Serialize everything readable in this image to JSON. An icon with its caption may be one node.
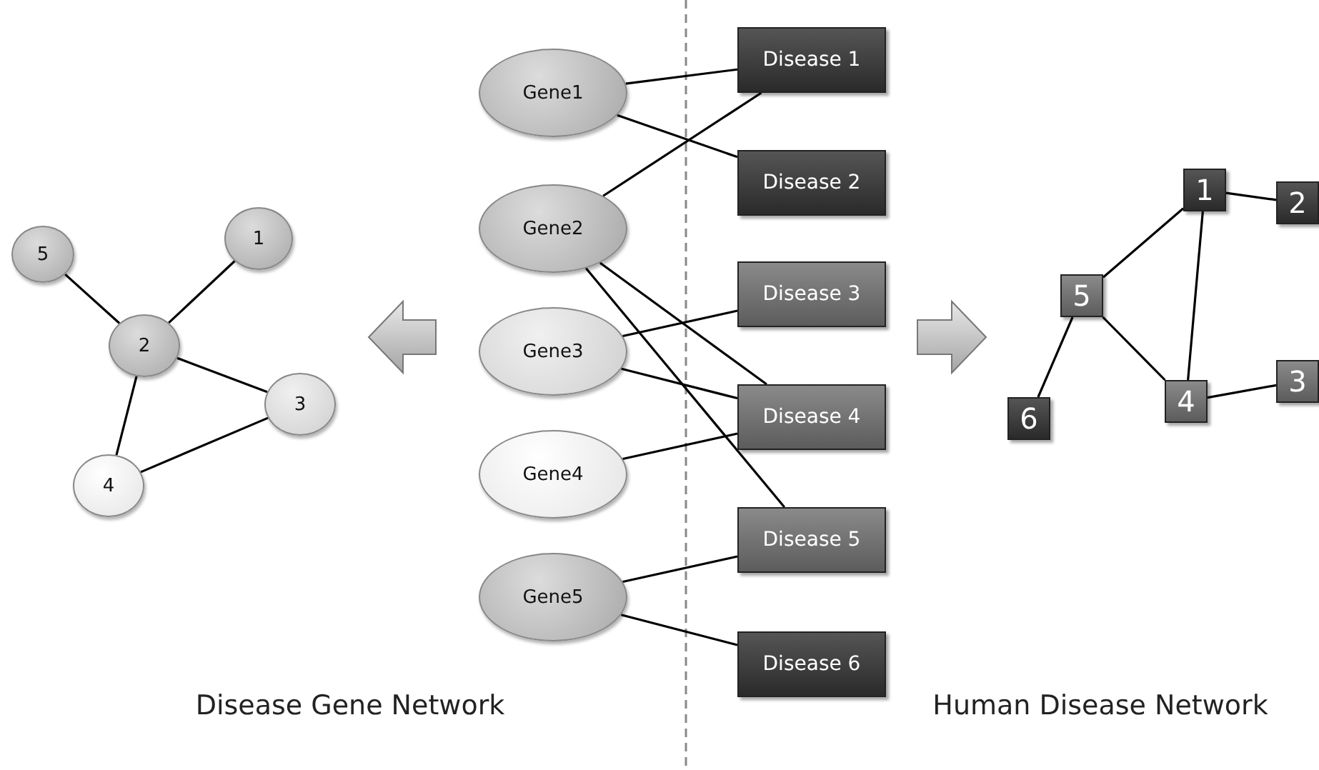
{
  "diagram": {
    "nodes": [
      {
        "text": [
          "5"
        ]
      },
      {
        "text": [
          "1"
        ]
      },
      {
        "text": [
          "2"
        ]
      },
      {
        "text": [
          "3"
        ]
      },
      {
        "text": [
          "4"
        ]
      },
      {
        "text": [
          "Gene1"
        ]
      },
      {
        "text": [
          "Gene2"
        ]
      },
      {
        "text": [
          "Gene3"
        ]
      },
      {
        "text": [
          "Gene4"
        ]
      },
      {
        "text": [
          "Gene5"
        ]
      },
      {
        "text": [
          "Disease 1"
        ]
      },
      {
        "text": [
          "Disease 2"
        ]
      },
      {
        "text": [
          "Disease 3"
        ]
      },
      {
        "text": [
          "Disease 4"
        ]
      },
      {
        "text": [
          "Disease 5"
        ]
      },
      {
        "text": [
          "Disease 6"
        ]
      },
      {
        "text": [
          "1"
        ]
      },
      {
        "text": [
          "2"
        ]
      },
      {
        "text": [
          "5"
        ]
      },
      {
        "text": [
          "3"
        ]
      },
      {
        "text": [
          "4"
        ]
      },
      {
        "text": [
          "6"
        ]
      }
    ],
    "edges": [
      {
        "from": 0,
        "to": 2,
        "arrow": "none"
      },
      {
        "from": 1,
        "to": 2,
        "arrow": "none"
      },
      {
        "from": 2,
        "to": 3,
        "arrow": "none"
      },
      {
        "from": 2,
        "to": 4,
        "arrow": "none"
      },
      {
        "from": 4,
        "to": 3,
        "arrow": "none"
      },
      {
        "from": 5,
        "to": 10,
        "arrow": "none"
      },
      {
        "from": 5,
        "to": 11,
        "arrow": "none"
      },
      {
        "from": 6,
        "to": 10,
        "arrow": "none"
      },
      {
        "from": 6,
        "to": 13,
        "arrow": "none"
      },
      {
        "from": 6,
        "to": 14,
        "arrow": "none"
      },
      {
        "from": 7,
        "to": 12,
        "arrow": "none"
      },
      {
        "from": 7,
        "to": 13,
        "arrow": "none"
      },
      {
        "from": 8,
        "to": 13,
        "arrow": "none"
      },
      {
        "from": 9,
        "to": 14,
        "arrow": "none"
      },
      {
        "from": 9,
        "to": 15,
        "arrow": "none"
      },
      {
        "from": 16,
        "to": 17,
        "arrow": "none"
      },
      {
        "from": 16,
        "to": 18,
        "arrow": "none"
      },
      {
        "from": 16,
        "to": 20,
        "arrow": "none"
      },
      {
        "from": 18,
        "to": 20,
        "arrow": "none"
      },
      {
        "from": 18,
        "to": 21,
        "arrow": "none"
      },
      {
        "from": 20,
        "to": 19,
        "arrow": "none"
      }
    ],
    "labels": [
      "Disease Gene Network",
      "Human Disease Network"
    ]
  }
}
